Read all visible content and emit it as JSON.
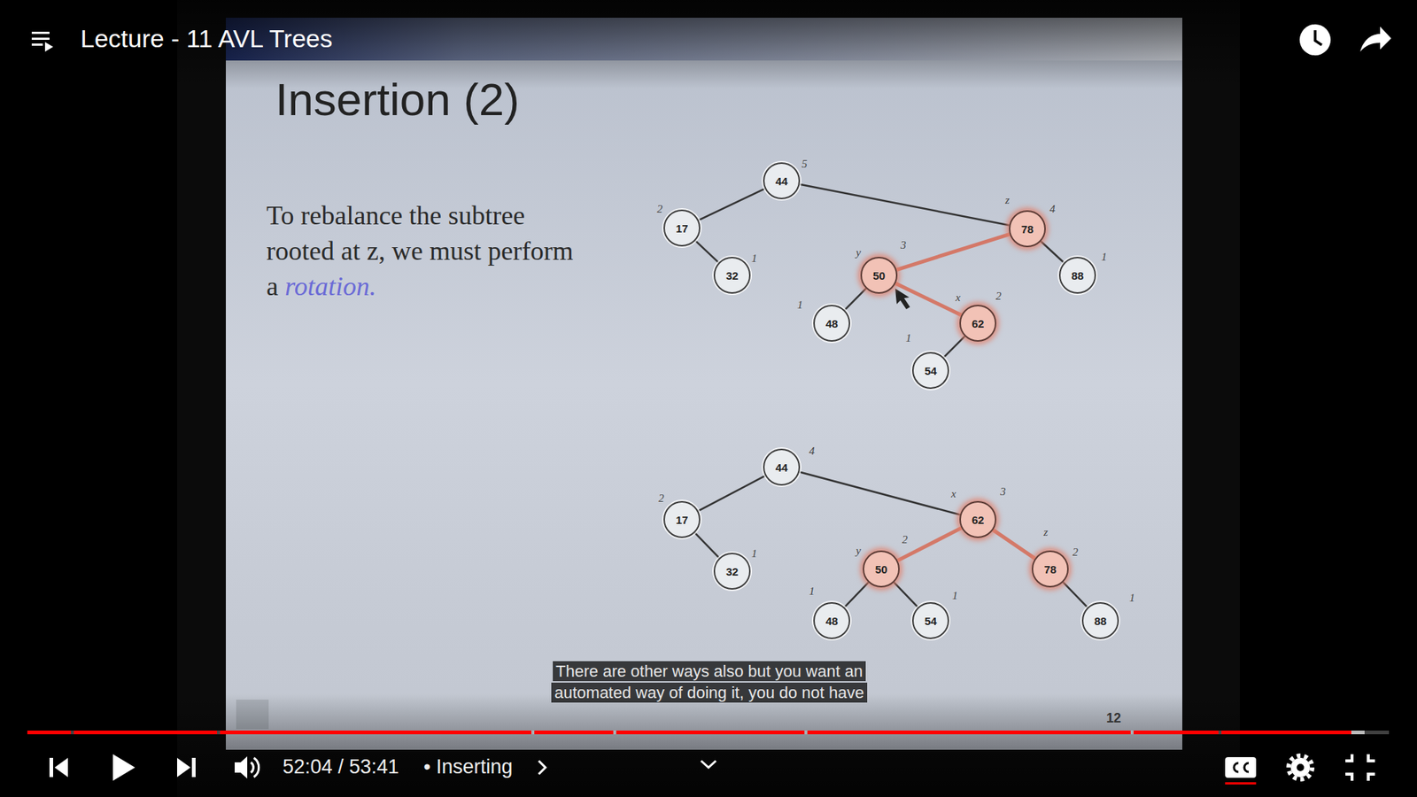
{
  "diagram": {
    "title": "Insertion (2)",
    "nodes": [
      {
        "text": [
          "44"
        ]
      },
      {
        "text": [
          "17"
        ]
      },
      {
        "text": [
          "78"
        ]
      },
      {
        "text": [
          "32"
        ]
      },
      {
        "text": [
          "50"
        ]
      },
      {
        "text": [
          "88"
        ]
      },
      {
        "text": [
          "48"
        ]
      },
      {
        "text": [
          "62"
        ]
      },
      {
        "text": [
          "54"
        ]
      },
      {
        "text": [
          "44"
        ]
      },
      {
        "text": [
          "17"
        ]
      },
      {
        "text": [
          "62"
        ]
      },
      {
        "text": [
          "32"
        ]
      },
      {
        "text": [
          "50"
        ]
      },
      {
        "text": [
          "78"
        ]
      },
      {
        "text": [
          "48"
        ]
      },
      {
        "text": [
          "54"
        ]
      },
      {
        "text": [
          "88"
        ]
      }
    ],
    "edges": [
      {
        "from": 0,
        "to": 1,
        "arrow": "none"
      },
      {
        "from": 0,
        "to": 2,
        "arrow": "none"
      },
      {
        "from": 1,
        "to": 3,
        "arrow": "none"
      },
      {
        "from": 2,
        "to": 4,
        "arrow": "none"
      },
      {
        "from": 2,
        "to": 5,
        "arrow": "none"
      },
      {
        "from": 4,
        "to": 6,
        "arrow": "none"
      },
      {
        "from": 4,
        "to": 7,
        "arrow": "none"
      },
      {
        "from": 7,
        "to": 8,
        "arrow": "none"
      },
      {
        "from": 9,
        "to": 10,
        "arrow": "none"
      },
      {
        "from": 9,
        "to": 11,
        "arrow": "none"
      },
      {
        "from": 10,
        "to": 12,
        "arrow": "none"
      },
      {
        "from": 11,
        "to": 13,
        "arrow": "none"
      },
      {
        "from": 11,
        "to": 14,
        "arrow": "none"
      },
      {
        "from": 13,
        "to": 15,
        "arrow": "none"
      },
      {
        "from": 13,
        "to": 16,
        "arrow": "none"
      },
      {
        "from": 14,
        "to": 17,
        "arrow": "none"
      }
    ],
    "labels": [
      "Lecture - 11 AVL Trees",
      "To rebalance the subtree rooted at z, we must perform a",
      "rotation.",
      "There are other ways also but you want an automated way of doing it, you do not have",
      "52:04 / 53:41",
      "• Inserting",
      "12",
      "5",
      "2",
      "1",
      "z",
      "4",
      "1",
      "y",
      "3",
      "1",
      "x",
      "2",
      "1",
      "4",
      "2",
      "1",
      "x",
      "3",
      "y",
      "2",
      "z",
      "2",
      "1",
      "1",
      "1"
    ]
  }
}
